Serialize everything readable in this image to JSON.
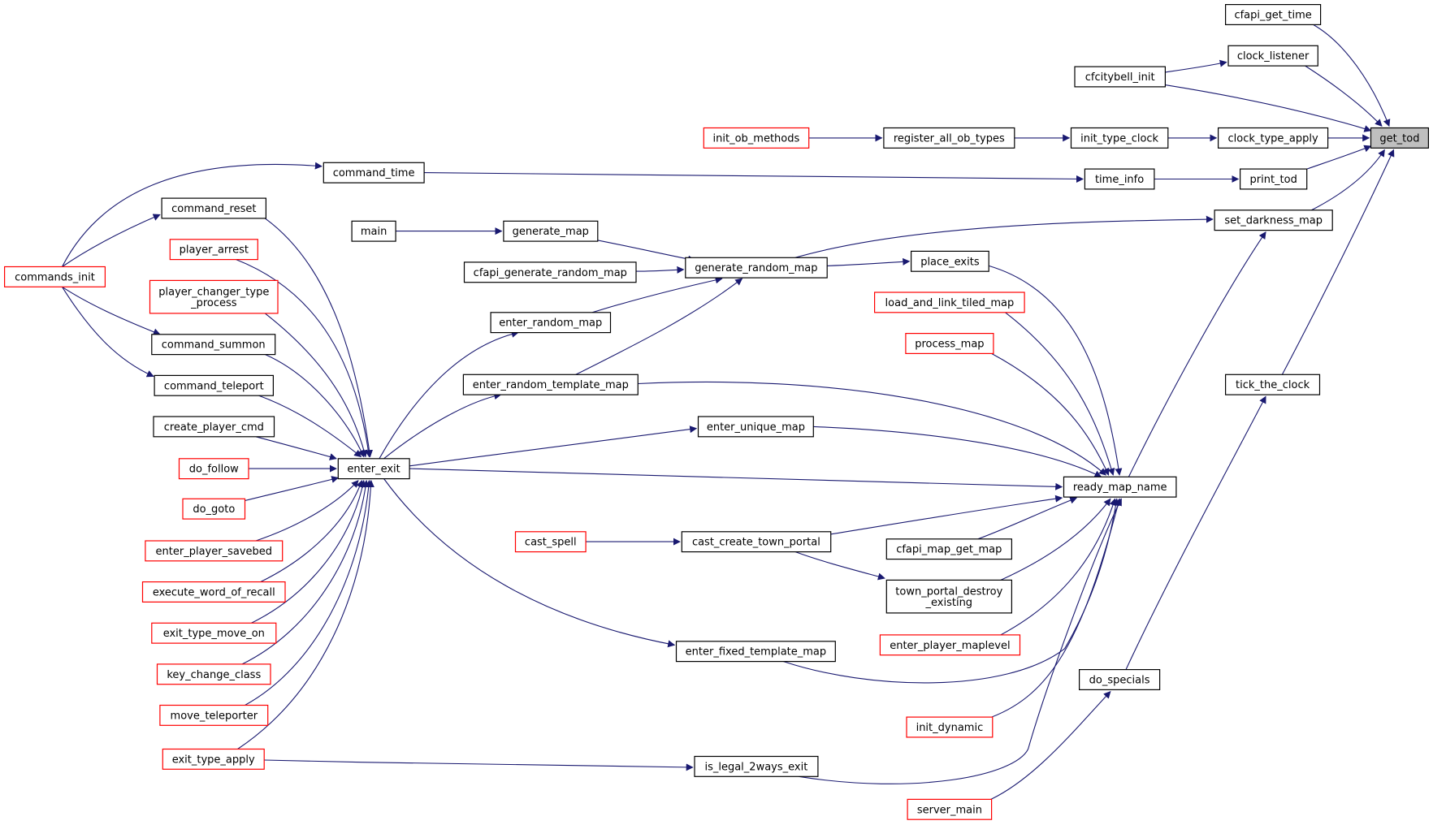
{
  "colors": {
    "edge": "#191970",
    "node_border": "#000000",
    "truncated_border": "#ff0000",
    "root_fill": "#bfbfbf",
    "background": "#ffffff"
  },
  "graph": {
    "root": "get_tod",
    "nodes": [
      {
        "id": "get_tod",
        "label": [
          "get_tod"
        ],
        "style": "root"
      },
      {
        "id": "cfapi_get_time",
        "label": [
          "cfapi_get_time"
        ],
        "style": "normal"
      },
      {
        "id": "clock_listener",
        "label": [
          "clock_listener"
        ],
        "style": "normal"
      },
      {
        "id": "cfcitybell_init",
        "label": [
          "cfcitybell_init"
        ],
        "style": "normal"
      },
      {
        "id": "clock_type_apply",
        "label": [
          "clock_type_apply"
        ],
        "style": "normal"
      },
      {
        "id": "init_type_clock",
        "label": [
          "init_type_clock"
        ],
        "style": "normal"
      },
      {
        "id": "register_all_ob_types",
        "label": [
          "register_all_ob_types"
        ],
        "style": "normal"
      },
      {
        "id": "init_ob_methods",
        "label": [
          "init_ob_methods"
        ],
        "style": "truncated"
      },
      {
        "id": "print_tod",
        "label": [
          "print_tod"
        ],
        "style": "normal"
      },
      {
        "id": "time_info",
        "label": [
          "time_info"
        ],
        "style": "normal"
      },
      {
        "id": "command_time",
        "label": [
          "command_time"
        ],
        "style": "normal"
      },
      {
        "id": "set_darkness_map",
        "label": [
          "set_darkness_map"
        ],
        "style": "normal"
      },
      {
        "id": "generate_random_map",
        "label": [
          "generate_random_map"
        ],
        "style": "normal"
      },
      {
        "id": "generate_map",
        "label": [
          "generate_map"
        ],
        "style": "normal"
      },
      {
        "id": "main",
        "label": [
          "main"
        ],
        "style": "normal"
      },
      {
        "id": "cfapi_generate_random_map",
        "label": [
          "cfapi_generate_random_map"
        ],
        "style": "normal"
      },
      {
        "id": "place_exits",
        "label": [
          "place_exits"
        ],
        "style": "normal"
      },
      {
        "id": "enter_random_map",
        "label": [
          "enter_random_map"
        ],
        "style": "normal"
      },
      {
        "id": "enter_random_template_map",
        "label": [
          "enter_random_template_map"
        ],
        "style": "normal"
      },
      {
        "id": "tick_the_clock",
        "label": [
          "tick_the_clock"
        ],
        "style": "normal"
      },
      {
        "id": "do_specials",
        "label": [
          "do_specials"
        ],
        "style": "normal"
      },
      {
        "id": "server_main",
        "label": [
          "server_main"
        ],
        "style": "truncated"
      },
      {
        "id": "ready_map_name",
        "label": [
          "ready_map_name"
        ],
        "style": "normal"
      },
      {
        "id": "load_and_link_tiled_map",
        "label": [
          "load_and_link_tiled_map"
        ],
        "style": "truncated"
      },
      {
        "id": "process_map",
        "label": [
          "process_map"
        ],
        "style": "truncated"
      },
      {
        "id": "enter_unique_map",
        "label": [
          "enter_unique_map"
        ],
        "style": "normal"
      },
      {
        "id": "cast_create_town_portal",
        "label": [
          "cast_create_town_portal"
        ],
        "style": "normal"
      },
      {
        "id": "cast_spell",
        "label": [
          "cast_spell"
        ],
        "style": "truncated"
      },
      {
        "id": "cfapi_map_get_map",
        "label": [
          "cfapi_map_get_map"
        ],
        "style": "normal"
      },
      {
        "id": "town_portal_destroy_existing",
        "label": [
          "town_portal_destroy",
          "_existing"
        ],
        "style": "normal"
      },
      {
        "id": "enter_player_maplevel",
        "label": [
          "enter_player_maplevel"
        ],
        "style": "truncated"
      },
      {
        "id": "enter_fixed_template_map",
        "label": [
          "enter_fixed_template_map"
        ],
        "style": "normal"
      },
      {
        "id": "init_dynamic",
        "label": [
          "init_dynamic"
        ],
        "style": "truncated"
      },
      {
        "id": "is_legal_2ways_exit",
        "label": [
          "is_legal_2ways_exit"
        ],
        "style": "normal"
      },
      {
        "id": "enter_exit",
        "label": [
          "enter_exit"
        ],
        "style": "normal"
      },
      {
        "id": "command_reset",
        "label": [
          "command_reset"
        ],
        "style": "normal"
      },
      {
        "id": "player_arrest",
        "label": [
          "player_arrest"
        ],
        "style": "truncated"
      },
      {
        "id": "player_changer_type_process",
        "label": [
          "player_changer_type",
          "_process"
        ],
        "style": "truncated"
      },
      {
        "id": "command_summon",
        "label": [
          "command_summon"
        ],
        "style": "normal"
      },
      {
        "id": "command_teleport",
        "label": [
          "command_teleport"
        ],
        "style": "normal"
      },
      {
        "id": "create_player_cmd",
        "label": [
          "create_player_cmd"
        ],
        "style": "normal"
      },
      {
        "id": "do_follow",
        "label": [
          "do_follow"
        ],
        "style": "truncated"
      },
      {
        "id": "do_goto",
        "label": [
          "do_goto"
        ],
        "style": "truncated"
      },
      {
        "id": "enter_player_savebed",
        "label": [
          "enter_player_savebed"
        ],
        "style": "truncated"
      },
      {
        "id": "execute_word_of_recall",
        "label": [
          "execute_word_of_recall"
        ],
        "style": "truncated"
      },
      {
        "id": "exit_type_move_on",
        "label": [
          "exit_type_move_on"
        ],
        "style": "truncated"
      },
      {
        "id": "key_change_class",
        "label": [
          "key_change_class"
        ],
        "style": "truncated"
      },
      {
        "id": "move_teleporter",
        "label": [
          "move_teleporter"
        ],
        "style": "truncated"
      },
      {
        "id": "exit_type_apply",
        "label": [
          "exit_type_apply"
        ],
        "style": "truncated"
      },
      {
        "id": "commands_init",
        "label": [
          "commands_init"
        ],
        "style": "truncated"
      }
    ],
    "edges": [
      [
        "cfapi_get_time",
        "get_tod"
      ],
      [
        "clock_listener",
        "get_tod"
      ],
      [
        "cfcitybell_init",
        "get_tod"
      ],
      [
        "cfcitybell_init",
        "clock_listener"
      ],
      [
        "clock_type_apply",
        "get_tod"
      ],
      [
        "init_type_clock",
        "clock_type_apply"
      ],
      [
        "register_all_ob_types",
        "init_type_clock"
      ],
      [
        "init_ob_methods",
        "register_all_ob_types"
      ],
      [
        "print_tod",
        "get_tod"
      ],
      [
        "time_info",
        "print_tod"
      ],
      [
        "command_time",
        "time_info"
      ],
      [
        "commands_init",
        "command_time"
      ],
      [
        "set_darkness_map",
        "get_tod"
      ],
      [
        "generate_random_map",
        "set_darkness_map"
      ],
      [
        "tick_the_clock",
        "get_tod"
      ],
      [
        "do_specials",
        "tick_the_clock"
      ],
      [
        "server_main",
        "do_specials"
      ],
      [
        "ready_map_name",
        "set_darkness_map"
      ],
      [
        "place_exits",
        "ready_map_name"
      ],
      [
        "generate_random_map",
        "place_exits"
      ],
      [
        "generate_map",
        "generate_random_map"
      ],
      [
        "main",
        "generate_map"
      ],
      [
        "cfapi_generate_random_map",
        "generate_random_map"
      ],
      [
        "enter_random_map",
        "generate_random_map"
      ],
      [
        "enter_random_template_map",
        "generate_random_map"
      ],
      [
        "load_and_link_tiled_map",
        "ready_map_name"
      ],
      [
        "process_map",
        "ready_map_name"
      ],
      [
        "enter_random_template_map",
        "ready_map_name"
      ],
      [
        "enter_unique_map",
        "ready_map_name"
      ],
      [
        "enter_exit",
        "ready_map_name"
      ],
      [
        "cast_create_town_portal",
        "ready_map_name"
      ],
      [
        "cfapi_map_get_map",
        "ready_map_name"
      ],
      [
        "town_portal_destroy_existing",
        "ready_map_name"
      ],
      [
        "enter_player_maplevel",
        "ready_map_name"
      ],
      [
        "enter_fixed_template_map",
        "ready_map_name"
      ],
      [
        "init_dynamic",
        "ready_map_name"
      ],
      [
        "is_legal_2ways_exit",
        "ready_map_name"
      ],
      [
        "cast_spell",
        "cast_create_town_portal"
      ],
      [
        "cast_create_town_portal",
        "town_portal_destroy_existing"
      ],
      [
        "enter_exit",
        "enter_random_map"
      ],
      [
        "enter_exit",
        "enter_random_template_map"
      ],
      [
        "enter_exit",
        "enter_unique_map"
      ],
      [
        "enter_exit",
        "enter_fixed_template_map"
      ],
      [
        "exit_type_apply",
        "is_legal_2ways_exit"
      ],
      [
        "command_reset",
        "enter_exit"
      ],
      [
        "player_arrest",
        "enter_exit"
      ],
      [
        "player_changer_type_process",
        "enter_exit"
      ],
      [
        "command_summon",
        "enter_exit"
      ],
      [
        "command_teleport",
        "enter_exit"
      ],
      [
        "create_player_cmd",
        "enter_exit"
      ],
      [
        "do_follow",
        "enter_exit"
      ],
      [
        "do_goto",
        "enter_exit"
      ],
      [
        "enter_player_savebed",
        "enter_exit"
      ],
      [
        "execute_word_of_recall",
        "enter_exit"
      ],
      [
        "exit_type_move_on",
        "enter_exit"
      ],
      [
        "key_change_class",
        "enter_exit"
      ],
      [
        "move_teleporter",
        "enter_exit"
      ],
      [
        "exit_type_apply",
        "enter_exit"
      ],
      [
        "commands_init",
        "command_reset"
      ],
      [
        "commands_init",
        "command_summon"
      ],
      [
        "commands_init",
        "command_teleport"
      ]
    ]
  }
}
